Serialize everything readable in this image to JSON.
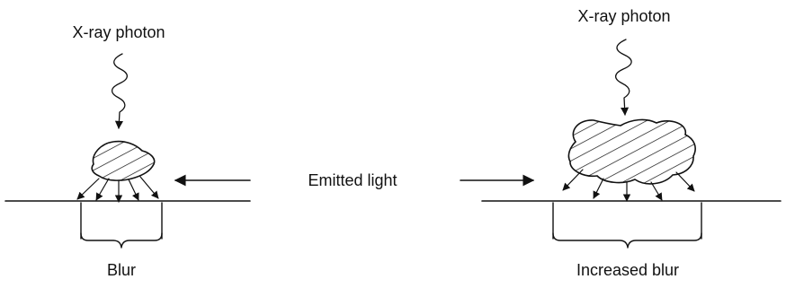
{
  "labels": {
    "left_photon": "X-ray photon",
    "right_photon": "X-ray photon",
    "emitted_light": "Emitted light",
    "left_blur": "Blur",
    "right_blur": "Increased blur"
  },
  "colors": {
    "ink": "#111111",
    "background": "#ffffff"
  }
}
